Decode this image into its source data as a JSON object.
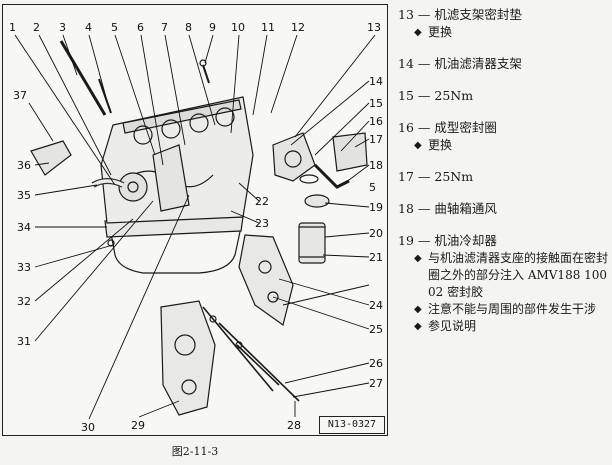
{
  "figure": {
    "code": "N13-0327",
    "caption": "图2-11-3",
    "callouts_top": [
      "1",
      "2",
      "3",
      "4",
      "5",
      "6",
      "7",
      "8",
      "9",
      "10",
      "11",
      "12",
      "13"
    ],
    "callouts_right": [
      "14",
      "15",
      "16",
      "17",
      "18",
      "19",
      "20",
      "21",
      "22",
      "23",
      "24",
      "25",
      "26",
      "27"
    ],
    "callouts_left": [
      "37",
      "36",
      "35",
      "34",
      "33",
      "32",
      "31"
    ],
    "callouts_bottom": [
      "30",
      "29",
      "28"
    ],
    "callout_five_repeat": "5"
  },
  "legend": {
    "dash": "—",
    "items": [
      {
        "num": "13",
        "text": "机滤支架密封垫",
        "notes": [
          "更换"
        ]
      },
      {
        "num": "14",
        "text": "机油滤清器支架",
        "notes": []
      },
      {
        "num": "15",
        "text": "25Nm",
        "notes": []
      },
      {
        "num": "16",
        "text": "成型密封圈",
        "notes": [
          "更换"
        ]
      },
      {
        "num": "17",
        "text": "25Nm",
        "notes": []
      },
      {
        "num": "18",
        "text": "曲轴箱通风",
        "notes": []
      },
      {
        "num": "19",
        "text": "机油冷却器",
        "notes": [
          "与机油滤清器支座的接触面在密封圈之外的部分注入 AMV188 100 02 密封胶",
          "注意不能与周围的部件发生干涉",
          "参见说明"
        ]
      }
    ]
  }
}
